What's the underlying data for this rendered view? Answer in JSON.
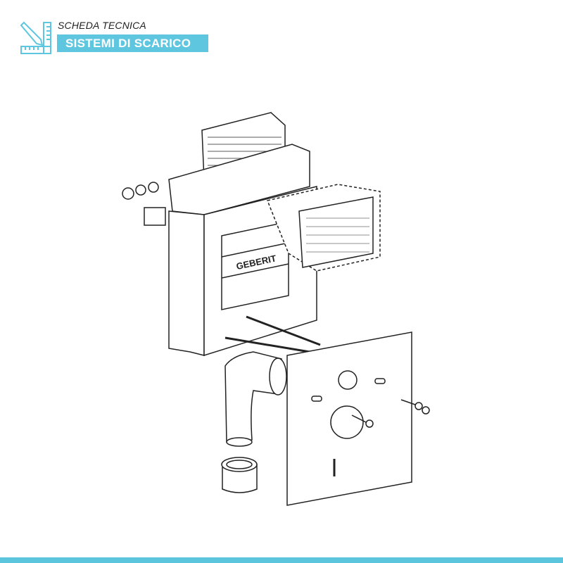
{
  "header": {
    "subtitle": "SCHEDA TECNICA",
    "title": "SISTEMI DI SCARICO",
    "icon": "pencil-ruler-icon",
    "accent_color": "#5ec6df"
  },
  "drawing": {
    "brand_logo": "GEBERIT"
  }
}
